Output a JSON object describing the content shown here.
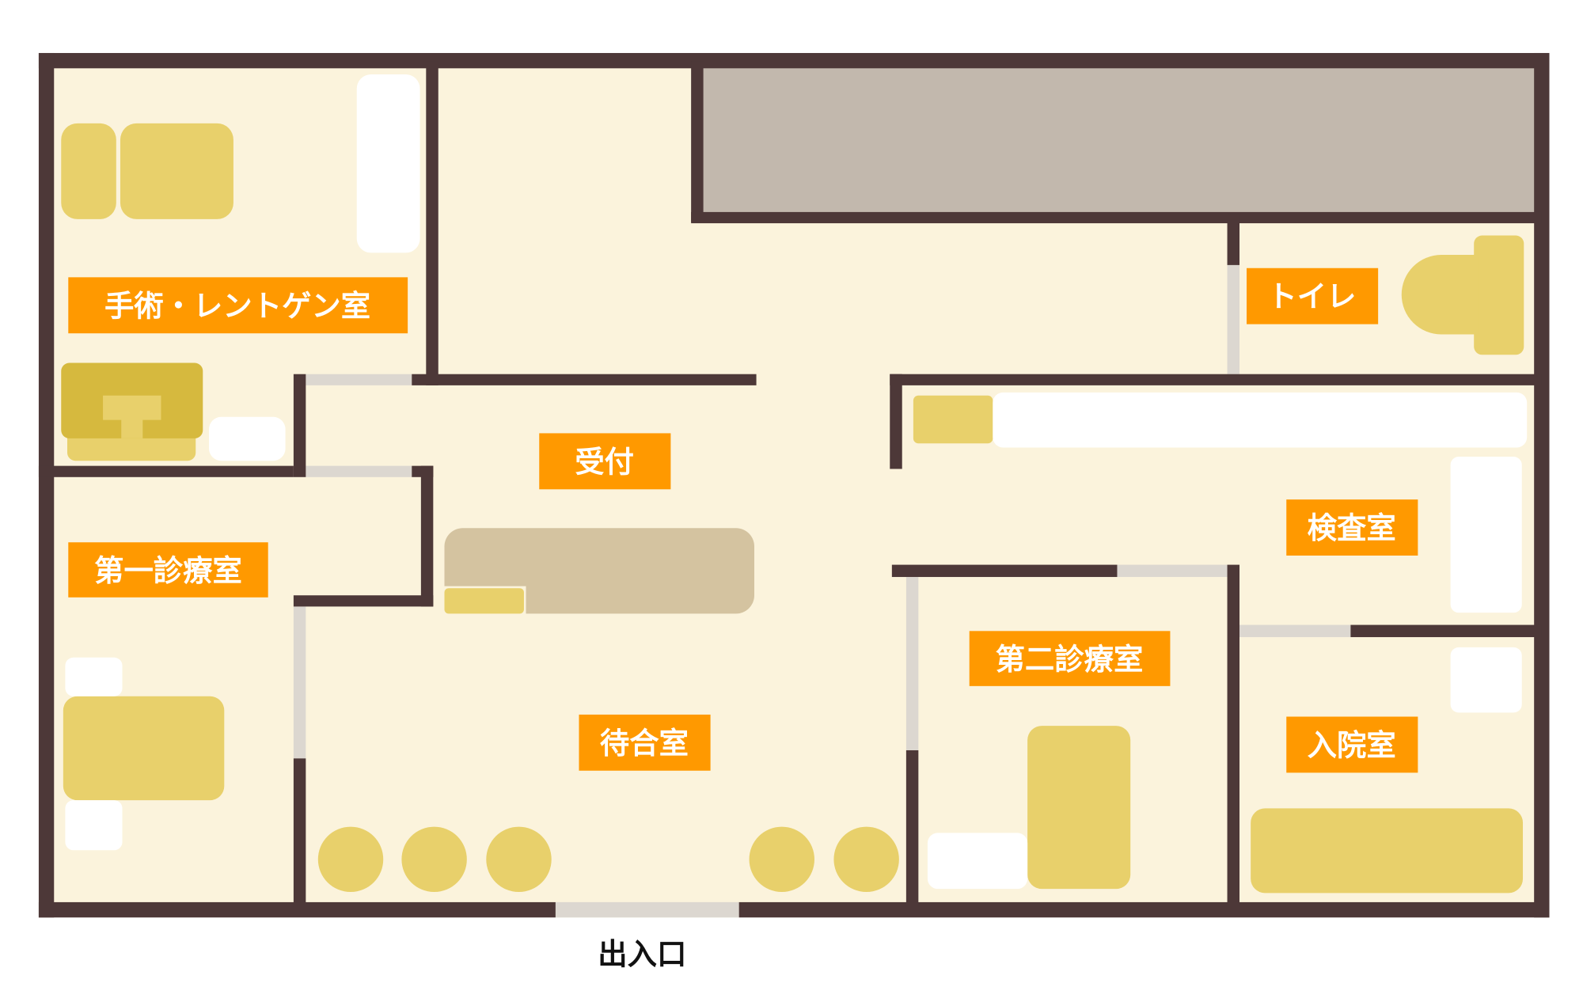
{
  "rooms": {
    "surgery": "手術・レントゲン室",
    "reception": "受付",
    "toilet": "トイレ",
    "exam": "検査室",
    "consult1": "第一診療室",
    "consult2": "第二診療室",
    "waiting": "待合室",
    "ward": "入院室"
  },
  "entrance": "出入口",
  "colors": {
    "wall": "#4d3838",
    "floor": "#fbf3dc",
    "storage": "#c2b8ad",
    "furniture": "#e8d06b",
    "label": "#ff9900",
    "door": "#dcd7d0"
  }
}
